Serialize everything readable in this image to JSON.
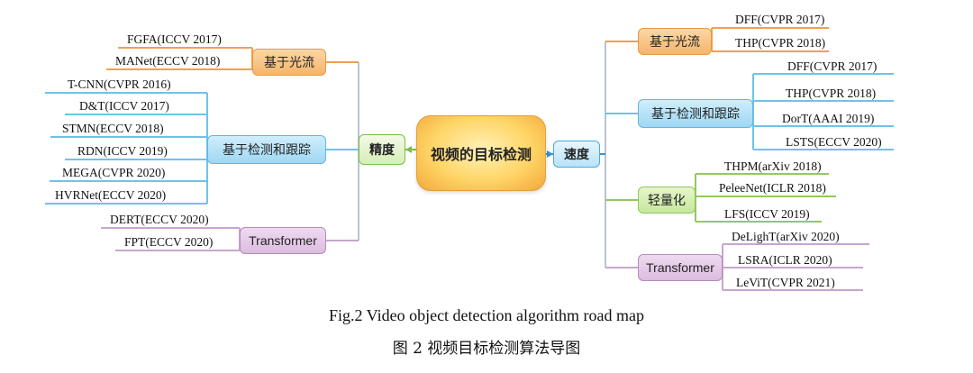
{
  "center": "视频的目标检测",
  "left": {
    "label": "精度",
    "groups": [
      {
        "label": "基于光流",
        "items": [
          "FGFA(ICCV 2017)",
          "MANet(ECCV 2018)"
        ]
      },
      {
        "label": "基于检测和跟踪",
        "items": [
          "T-CNN(CVPR 2016)",
          "D&T(ICCV 2017)",
          "STMN(ECCV 2018)",
          "RDN(ICCV 2019)",
          "MEGA(CVPR 2020)",
          "HVRNet(ECCV 2020)"
        ]
      },
      {
        "label": "Transformer",
        "items": [
          "DERT(ECCV 2020)",
          "FPT(ECCV 2020)"
        ]
      }
    ]
  },
  "right": {
    "label": "速度",
    "groups": [
      {
        "label": "基于光流",
        "items": [
          "DFF(CVPR 2017)",
          "THP(CVPR 2018)"
        ]
      },
      {
        "label": "基于检测和跟踪",
        "items": [
          "DFF(CVPR 2017)",
          "THP(CVPR 2018)",
          "DorT(AAAI 2019)",
          "LSTS(ECCV 2020)"
        ]
      },
      {
        "label": "轻量化",
        "items": [
          "THPM(arXiv 2018)",
          "PeleeNet(ICLR 2018)",
          "LFS(ICCV 2019)"
        ]
      },
      {
        "label": "Transformer",
        "items": [
          "DeLighT(arXiv 2020)",
          "LSRA(ICLR 2020)",
          "LeViT(CVPR 2021)"
        ]
      }
    ]
  },
  "caption_en": "Fig.2    Video object detection algorithm road map",
  "caption_zh": "图 2    视频目标检测算法导图",
  "colors": {
    "orange": "#f0a050",
    "blue": "#6cc3ea",
    "green": "#93c862",
    "purple": "#c6a6cc",
    "arrow": "#3b8fd0"
  }
}
